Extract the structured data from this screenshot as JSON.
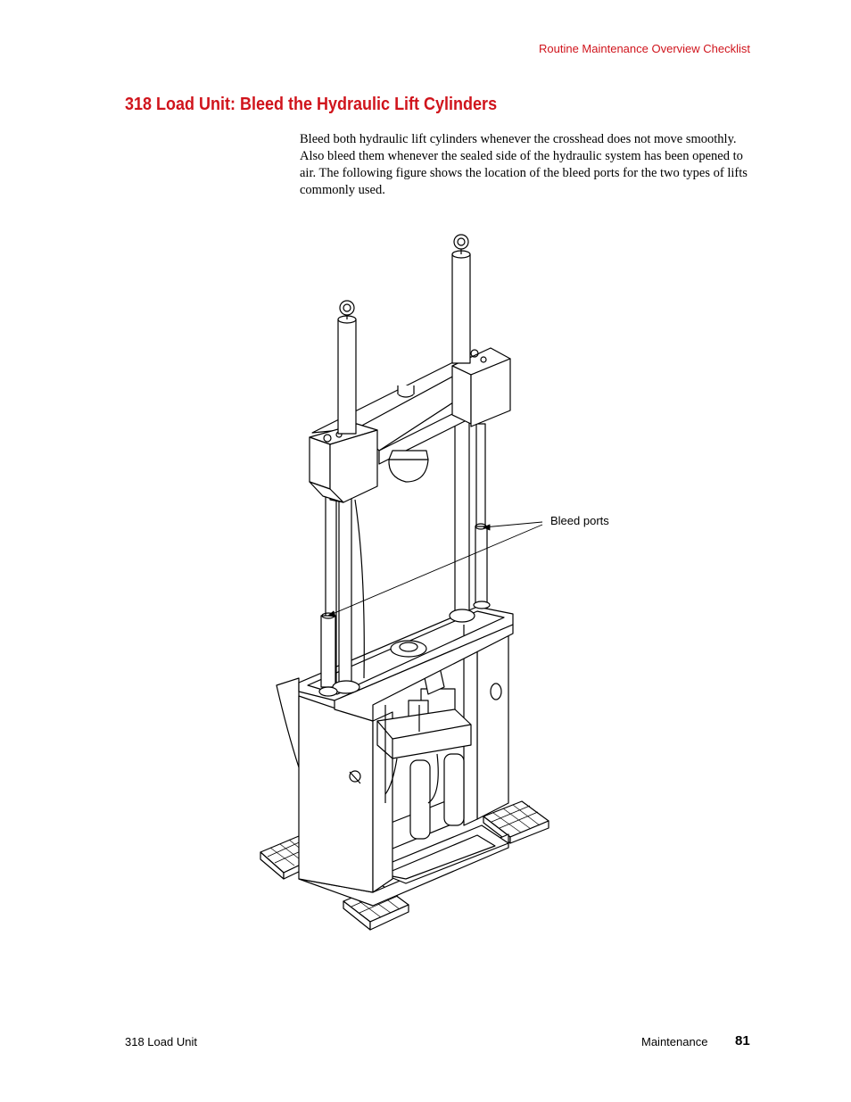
{
  "header": {
    "running_title": "Routine Maintenance Overview Checklist"
  },
  "section": {
    "title": "318 Load Unit: Bleed the Hydraulic Lift Cylinders",
    "body": "Bleed both hydraulic lift cylinders whenever the crosshead does not move smoothly. Also bleed them whenever the sealed side of the hydraulic system has been opened to air. The following figure shows the location of the bleed ports for the two types of lifts commonly used."
  },
  "figure": {
    "callout": "Bleed ports"
  },
  "footer": {
    "left": "318 Load Unit",
    "section": "Maintenance",
    "page": "81"
  }
}
